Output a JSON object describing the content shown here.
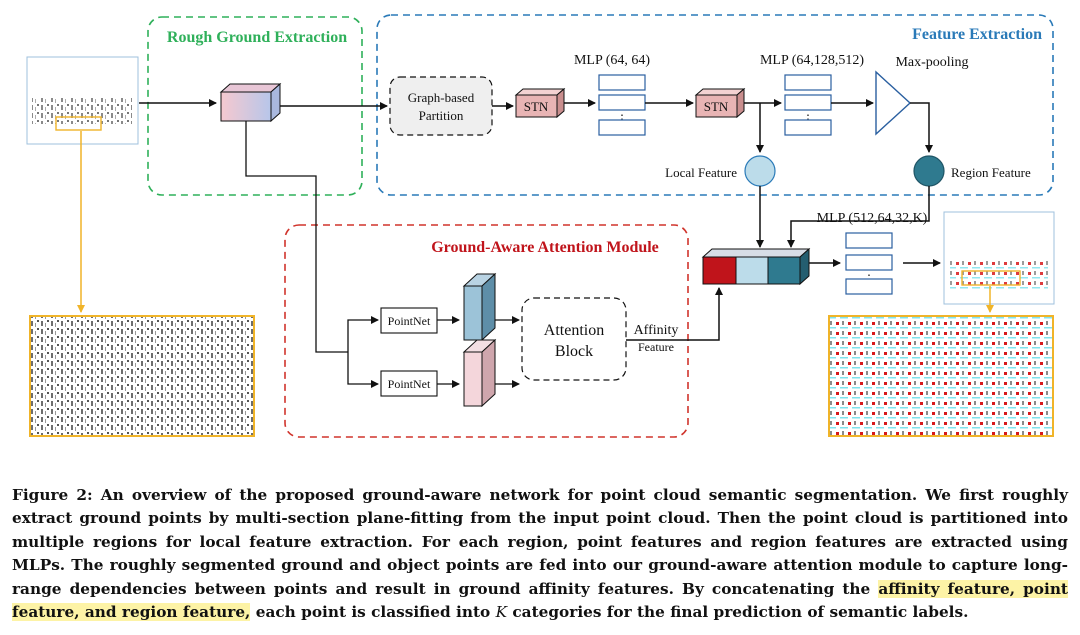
{
  "figure": {
    "rough_ground_title": "Rough Ground Extraction",
    "feature_extraction_title": "Feature Extraction",
    "attention_module_title": "Ground-Aware Attention Module",
    "graph_partition_line1": "Graph-based",
    "graph_partition_line2": "Partition",
    "stn_label": "STN",
    "mlp1_label": "MLP (64, 64)",
    "mlp2_label": "MLP (64,128,512)",
    "mlp3_label": "MLP (512,64,32,K)",
    "maxpool_label": "Max-pooling",
    "local_feature_label": "Local Feature",
    "region_feature_label": "Region Feature",
    "pointnet_label": "PointNet",
    "attention_block_line1": "Attention",
    "attention_block_line2": "Block",
    "affinity_line1": "Affinity",
    "affinity_line2": "Feature",
    "ellipsis": "⋮",
    "colors": {
      "green": "#2fb05a",
      "blue": "#2a7ab8",
      "red": "#d0342c",
      "region_teal": "#2f7a8f",
      "local_lightblue": "#bcdcea",
      "concat_red": "#c0141b",
      "stn_pink": "#e8b4b4",
      "highlight": "#fdf3a6"
    }
  },
  "caption": {
    "part1": "Figure 2: An overview of the proposed ground-aware network for point cloud semantic segmentation. We first roughly extract ground points by multi-section plane-fitting from the input point cloud. Then the point cloud is partitioned into multiple regions for local feature extraction. For each region, point features and region features are extracted using MLPs. The roughly segmented ground and object points are fed into our ground-aware attention module to capture long-range dependencies between points and result in ground affinity features. By concatenating the ",
    "highlight": "affinity feature, point feature, and region feature,",
    "part2": " each point is classified into ",
    "k": "K",
    "part3": " categories for the final prediction of semantic labels."
  }
}
